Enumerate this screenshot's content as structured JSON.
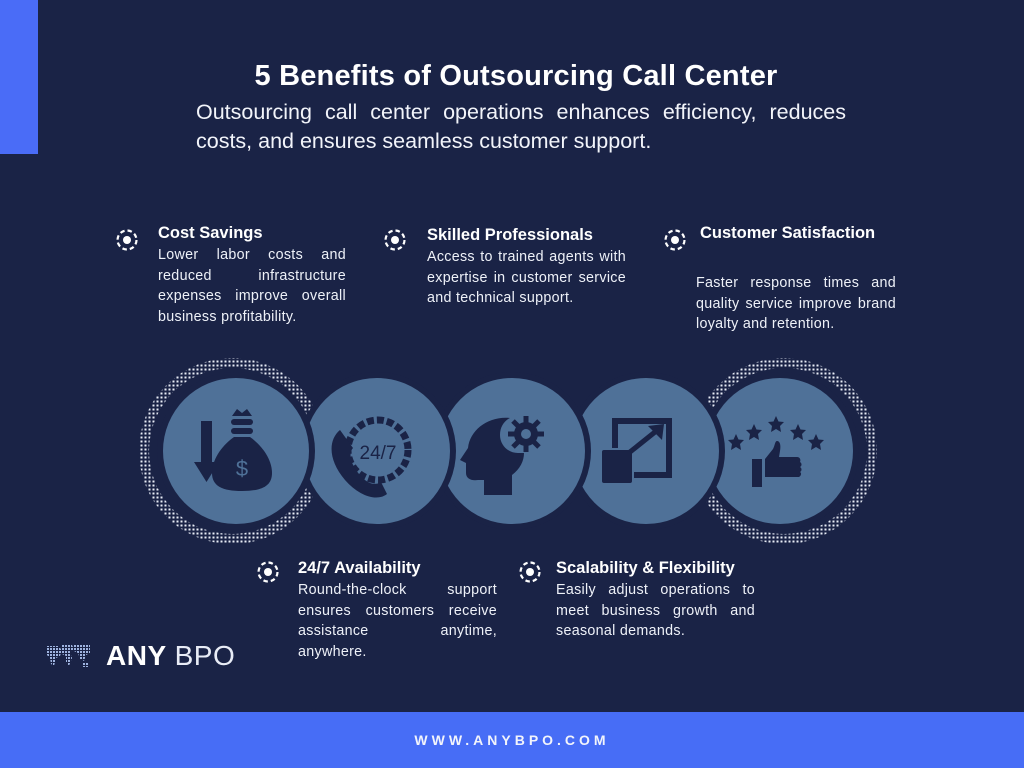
{
  "header": {
    "title": "5 Benefits of Outsourcing Call Center",
    "subtitle": "Outsourcing call center operations enhances efficiency, reduces costs, and ensures seamless customer support."
  },
  "benefits": [
    {
      "title": "Cost Savings",
      "description": "Lower labor costs and reduced infrastructure expenses improve overall business profitability.",
      "icon": "money-bag-down-arrow-icon"
    },
    {
      "title": "Skilled Professionals",
      "description": "Access to trained agents with expertise in customer service and technical support.",
      "icon": "head-gear-icon"
    },
    {
      "title": "Customer Satisfaction",
      "description": "Faster response times and quality service improve brand loyalty and retention.",
      "icon": "thumbs-up-stars-icon"
    },
    {
      "title": "24/7 Availability",
      "description": "Round-the-clock support ensures customers receive assistance anytime, anywhere.",
      "icon": "phone-24-7-icon"
    },
    {
      "title": "Scalability & Flexibility",
      "description": "Easily adjust operations to meet business growth and seasonal demands.",
      "icon": "scale-up-arrow-icon"
    }
  ],
  "icon_row": {
    "phone_label": "24/7"
  },
  "logo": {
    "bold": "ANY",
    "light": "BPO"
  },
  "footer": {
    "url": "WWW.ANYBPO.COM"
  },
  "colors": {
    "background": "#1a2346",
    "accent": "#4a6cf7",
    "circle": "#4f7198",
    "footer": "#476df6"
  }
}
